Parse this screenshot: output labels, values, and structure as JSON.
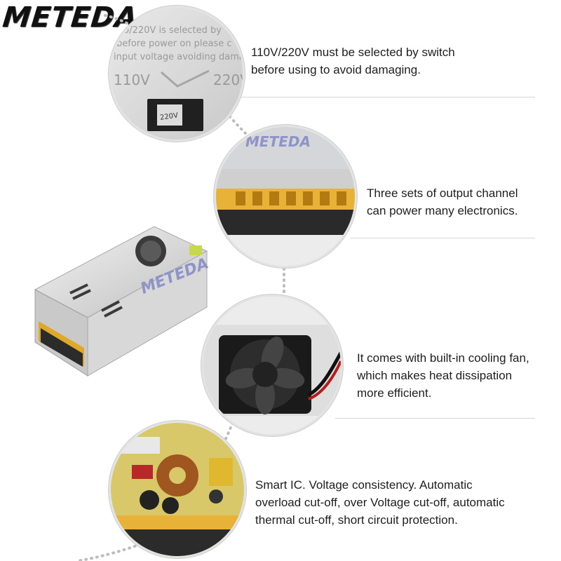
{
  "brand": {
    "name": "METEDA"
  },
  "product": {
    "watermark": "METEDA"
  },
  "features": [
    {
      "id": "voltage-switch",
      "lines": [
        "110V/220V must be selected by switch",
        "before using to avoid damaging."
      ],
      "image": {
        "label_lines": [
          "0/220V is selected by",
          "before power on please c",
          "input voltage avoiding dama"
        ],
        "left_voltage": "110V",
        "right_voltage": "220V",
        "switch_label": "220V"
      }
    },
    {
      "id": "output-channels",
      "lines": [
        "Three sets of output channel",
        "can power many electronics."
      ],
      "image": {
        "watermark": "METEDA"
      }
    },
    {
      "id": "cooling-fan",
      "lines": [
        "It comes with built-in cooling fan,",
        "which makes heat dissipation",
        "more efficient."
      ]
    },
    {
      "id": "protection",
      "lines": [
        "Smart IC. Voltage consistency. Automatic",
        "overload cut-off, over Voltage cut-off, automatic",
        "thermal cut-off, short circuit protection."
      ]
    }
  ]
}
